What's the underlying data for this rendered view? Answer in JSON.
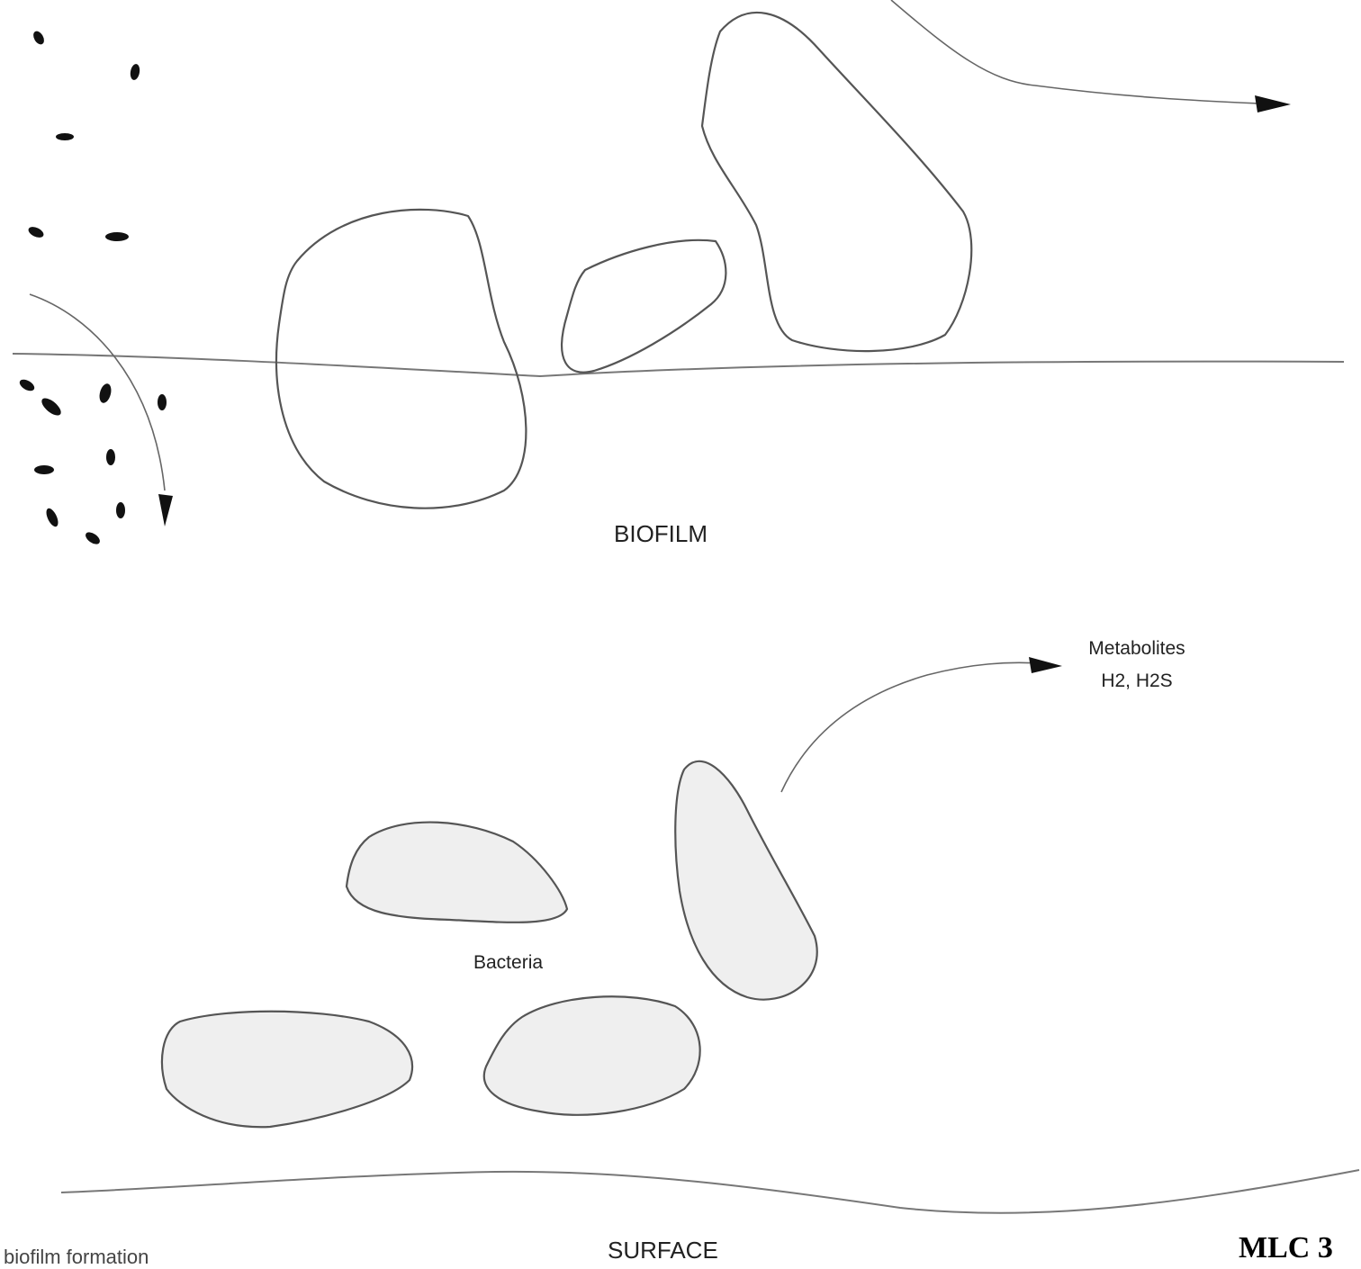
{
  "labels": {
    "biofilm": "BIOFILM",
    "bacteria": "Bacteria",
    "metabolites_line1": "Metabolites",
    "metabolites_line2": "H2, H2S",
    "surface": "SURFACE",
    "figure_code": "MLC 3",
    "caption_fragment": "biofilm formation"
  },
  "colors": {
    "background": "#ffffff",
    "outline": "#555555",
    "particles": "#111111",
    "cell_fill": "#efefef"
  },
  "icons": [
    "arrowhead-icon",
    "bacterium-particle-icon"
  ]
}
